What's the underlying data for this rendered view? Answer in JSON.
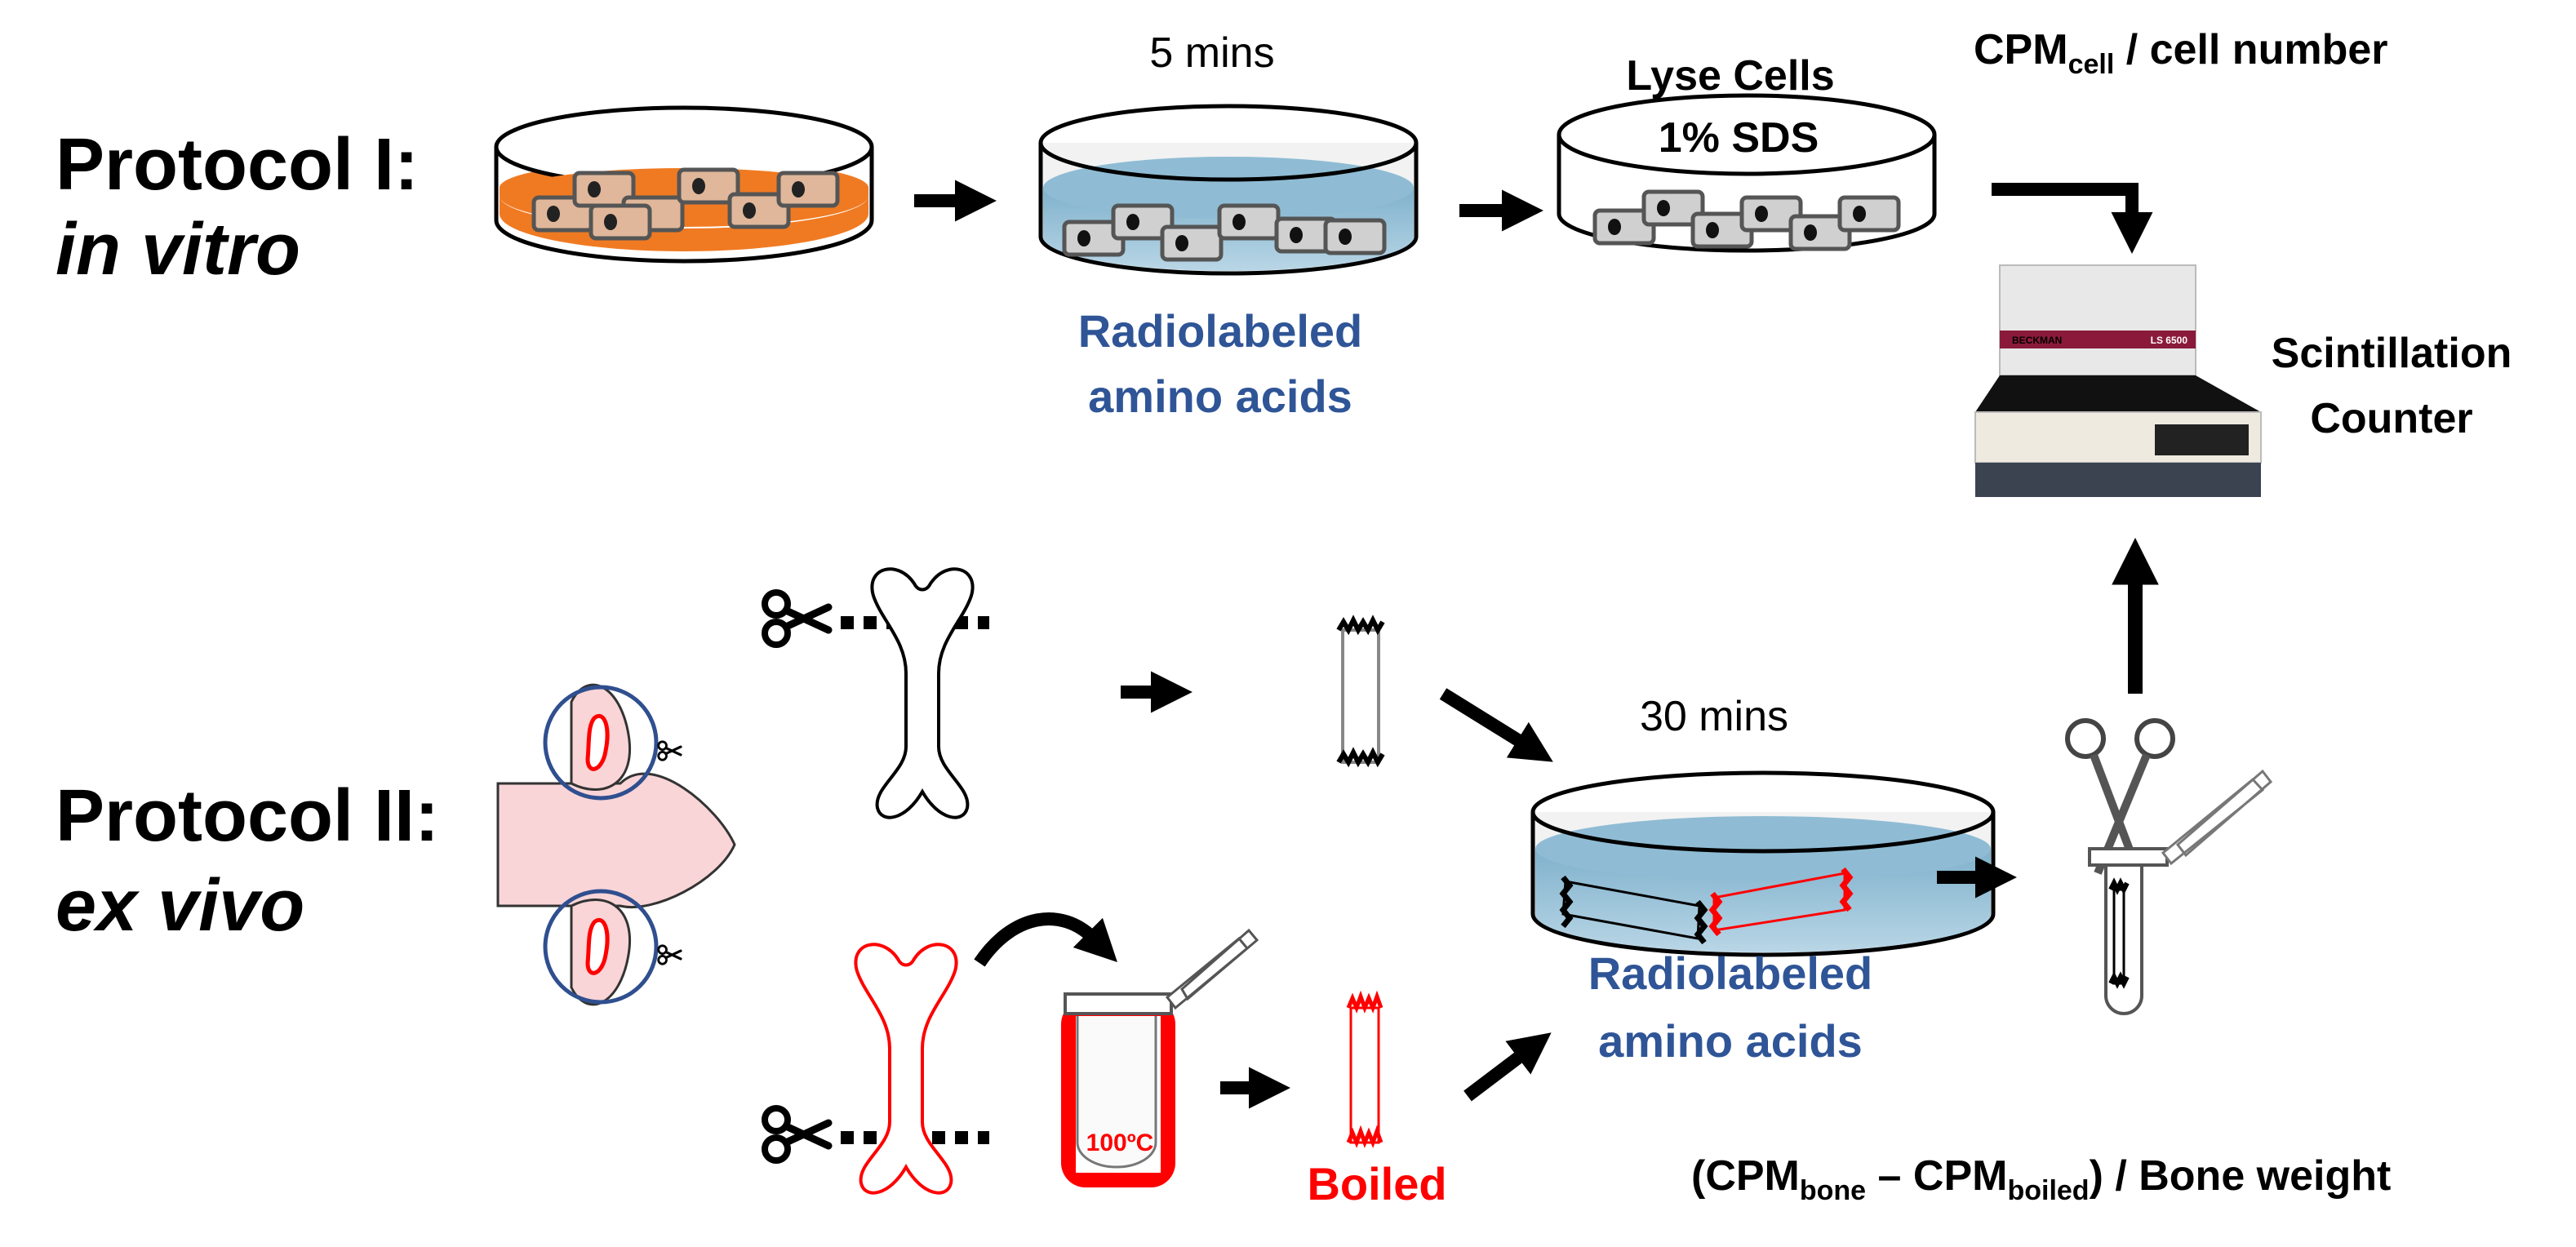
{
  "protocol1": {
    "title": "Protocol I:",
    "subtitle": "in vitro"
  },
  "protocol2": {
    "title": "Protocol II:",
    "subtitle": "ex vivo"
  },
  "step_5min": "5 mins",
  "step_30min": "30 mins",
  "radiolabel_top": {
    "line1": "Radiolabeled",
    "line2": "amino acids"
  },
  "radiolabel_bottom": {
    "line1": "Radiolabeled",
    "line2": "amino acids"
  },
  "lyse": {
    "title": "Lyse Cells",
    "reagent": "1% SDS"
  },
  "formula_cell": {
    "main": "CPM",
    "sub": "cell",
    "rest": " / cell number"
  },
  "counter": {
    "line1": "Scintillation",
    "line2": "Counter",
    "brand": "BECKMAN",
    "model": "LS 6500"
  },
  "boil_temp": "100ºC",
  "boiled_label": "Boiled",
  "formula_bone": {
    "open": "(CPM",
    "sub1": "bone",
    "mid": " – CPM",
    "sub2": "boiled",
    "rest": ") / Bone weight"
  },
  "colors": {
    "medium_orange": "#f07a22",
    "radiolabel_blue": "#2f5597",
    "boiled_red": "#ff0000",
    "liquid_blue": "#8fbcd4",
    "cell_tan": "#e0b79a",
    "cell_gray": "#cfcfcf"
  }
}
